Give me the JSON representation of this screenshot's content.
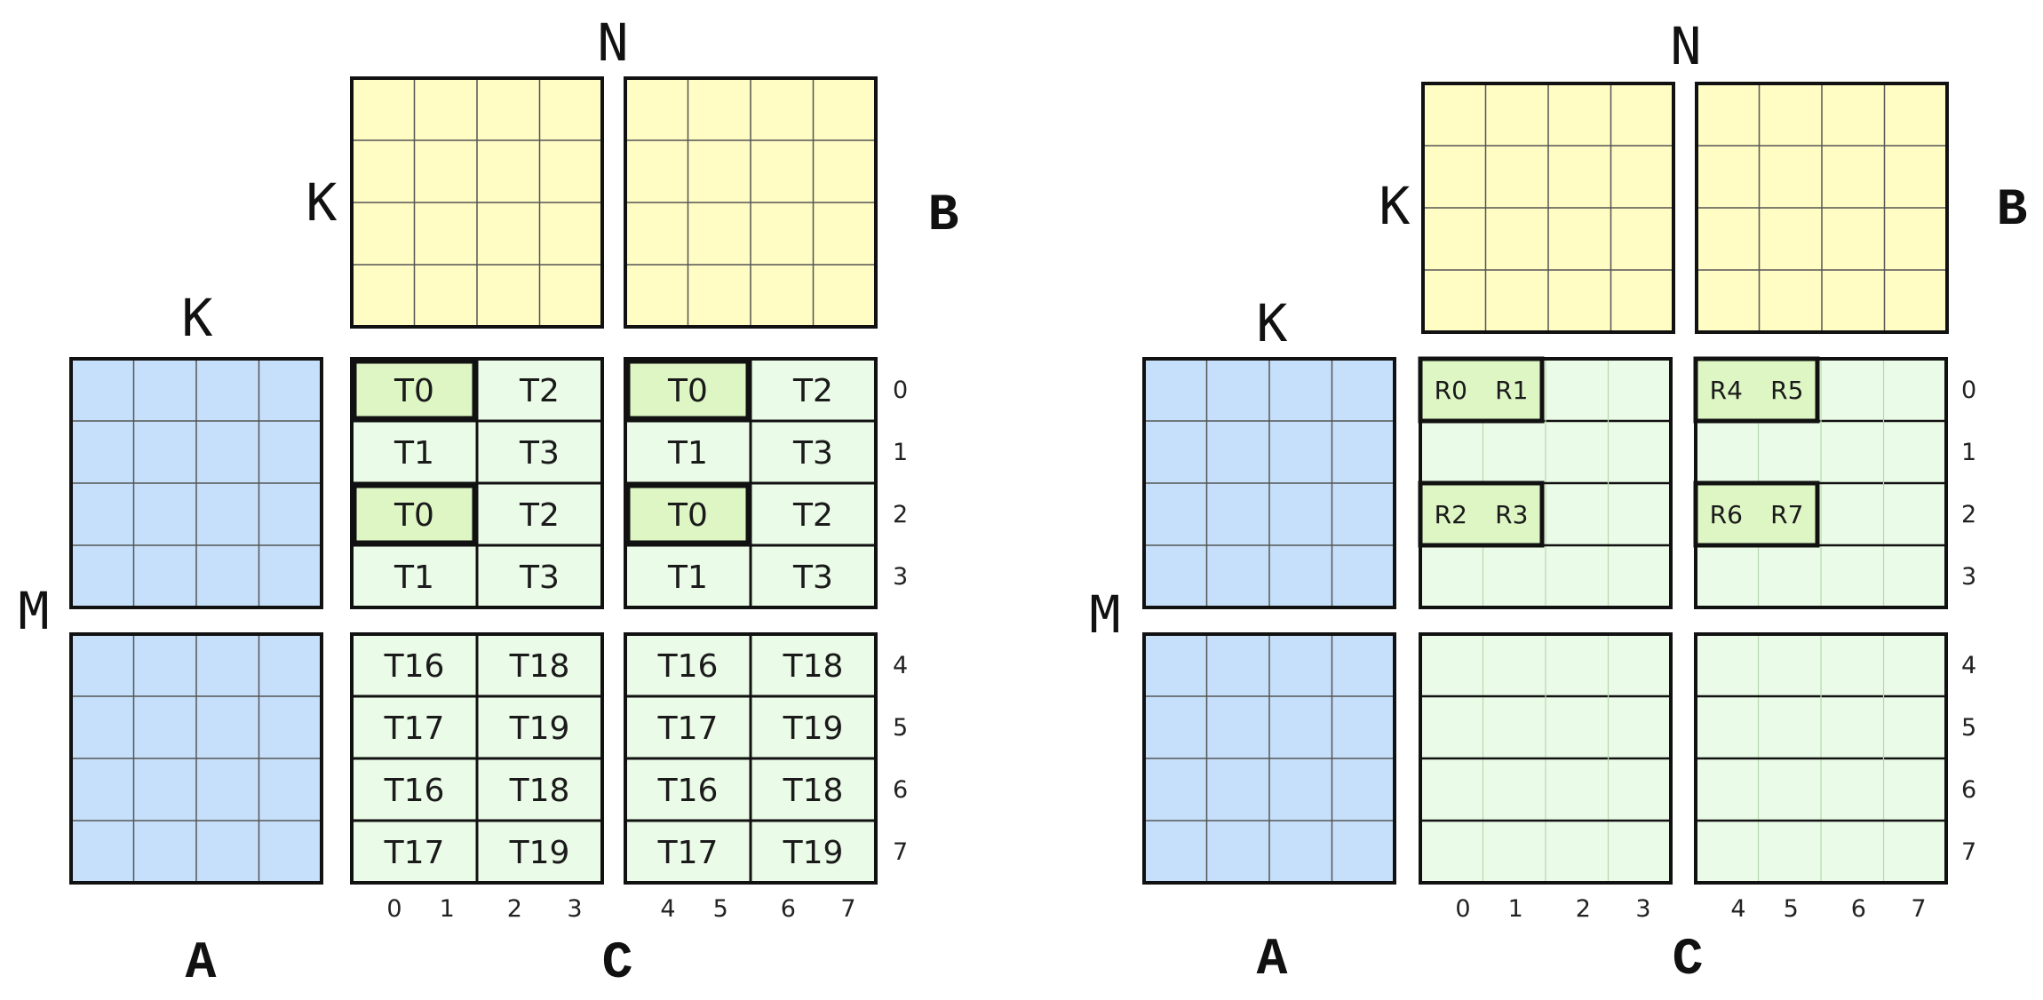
{
  "colors": {
    "a_fill": "#c6e0fb",
    "b_fill": "#fffcc4",
    "c_fill": "#eafbe7",
    "c_highlight": "#ddf6c4",
    "grid_line": "#555555",
    "outline": "#111111"
  },
  "labels": {
    "N": "N",
    "K": "K",
    "M": "M",
    "A": "A",
    "B": "B",
    "C": "C"
  },
  "col_ticks": [
    "0",
    "1",
    "2",
    "3",
    "4",
    "5",
    "6",
    "7"
  ],
  "row_ticks": [
    "0",
    "1",
    "2",
    "3",
    "4",
    "5",
    "6",
    "7"
  ],
  "left_panel": {
    "c_cells": [
      [
        "T0",
        "T2",
        "T0",
        "T2"
      ],
      [
        "T1",
        "T3",
        "T1",
        "T3"
      ],
      [
        "T0",
        "T2",
        "T0",
        "T2"
      ],
      [
        "T1",
        "T3",
        "T1",
        "T3"
      ],
      [
        "T16",
        "T18",
        "T16",
        "T18"
      ],
      [
        "T17",
        "T19",
        "T17",
        "T19"
      ],
      [
        "T16",
        "T18",
        "T16",
        "T18"
      ],
      [
        "T17",
        "T19",
        "T17",
        "T19"
      ]
    ],
    "highlighted": [
      "T0"
    ]
  },
  "right_panel": {
    "register_groups": [
      [
        "R0",
        "R1"
      ],
      [
        "R4",
        "R5"
      ],
      [
        "R2",
        "R3"
      ],
      [
        "R6",
        "R7"
      ]
    ]
  }
}
